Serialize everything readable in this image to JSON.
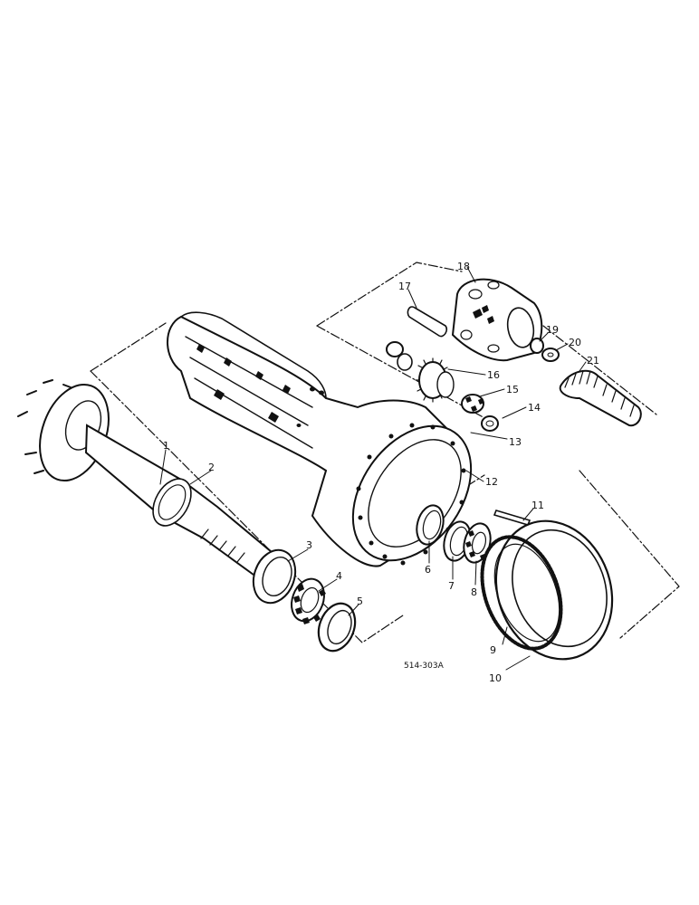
{
  "drawing": {
    "reference_code": "514-303A",
    "ink_color": "#111111",
    "background_color": "#ffffff"
  },
  "callouts": [
    {
      "id": "c1",
      "label": "1"
    },
    {
      "id": "c2",
      "label": "2"
    },
    {
      "id": "c3",
      "label": "3"
    },
    {
      "id": "c4",
      "label": "4"
    },
    {
      "id": "c5",
      "label": "5"
    },
    {
      "id": "c6",
      "label": "6"
    },
    {
      "id": "c7",
      "label": "7"
    },
    {
      "id": "c8",
      "label": "8"
    },
    {
      "id": "c9",
      "label": "9"
    },
    {
      "id": "c10",
      "label": "10"
    },
    {
      "id": "c11",
      "label": "11"
    },
    {
      "id": "c12",
      "label": "12"
    },
    {
      "id": "c13",
      "label": "13"
    },
    {
      "id": "c14",
      "label": "14"
    },
    {
      "id": "c15",
      "label": "15"
    },
    {
      "id": "c16",
      "label": "16"
    },
    {
      "id": "c17",
      "label": "17"
    },
    {
      "id": "c18",
      "label": "18"
    },
    {
      "id": "c19",
      "label": "19"
    },
    {
      "id": "c20",
      "label": "20"
    },
    {
      "id": "c21",
      "label": "21"
    }
  ]
}
